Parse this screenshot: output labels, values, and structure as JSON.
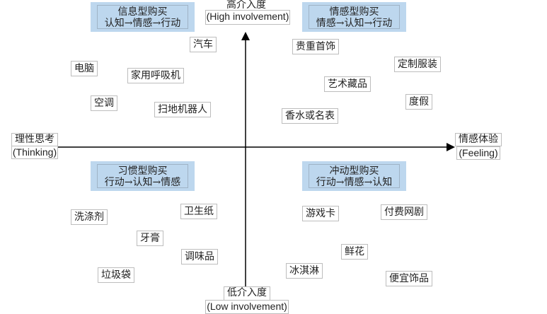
{
  "axes": {
    "top": {
      "zh": "高介入度",
      "en": "(High involvement)"
    },
    "bottom": {
      "zh": "低介入度",
      "en": "(Low involvement)"
    },
    "left": {
      "zh": "理性思考",
      "en": "(Thinking)"
    },
    "right": {
      "zh": "情感体验",
      "en": "(Feeling)"
    }
  },
  "quadrants": [
    {
      "title": "信息型购买",
      "sequence": "认知→情感→行动"
    },
    {
      "title": "情感型购买",
      "sequence": "情感→认知→行动"
    },
    {
      "title": "习惯型购买",
      "sequence": "行动→认知→情感"
    },
    {
      "title": "冲动型购买",
      "sequence": "行动→情感→认知"
    }
  ],
  "items": [
    "汽车",
    "电脑",
    "家用呼吸机",
    "空调",
    "扫地机器人",
    "贵重首饰",
    "定制服装",
    "艺术藏品",
    "度假",
    "香水或名表",
    "卫生纸",
    "洗涤剂",
    "牙膏",
    "调味品",
    "垃圾袋",
    "游戏卡",
    "付费网剧",
    "鲜花",
    "冰淇淋",
    "便宜饰品"
  ],
  "colors": {
    "quadrant_fill": "#bdd7ee",
    "axis": "#000000"
  }
}
